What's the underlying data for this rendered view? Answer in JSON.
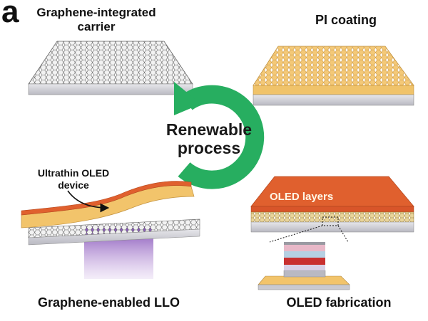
{
  "panel_letter": "a",
  "steps": {
    "carrier": "Graphene-integrated\ncarrier",
    "pi": "PI coating",
    "llo": "Graphene-enabled LLO",
    "oled_fab": "OLED fabrication"
  },
  "annotations": {
    "device": "Ultrathin OLED\ndevice",
    "layers": "OLED layers"
  },
  "center": {
    "line1": "Renewable",
    "line2": "process"
  },
  "colors": {
    "arrow_green": "#27ae60",
    "graphene": "#d9d9d9",
    "pi_yellow": "#f2c46b",
    "oled_orange": "#e0602e",
    "laser_purple": "#7a3fb0"
  }
}
